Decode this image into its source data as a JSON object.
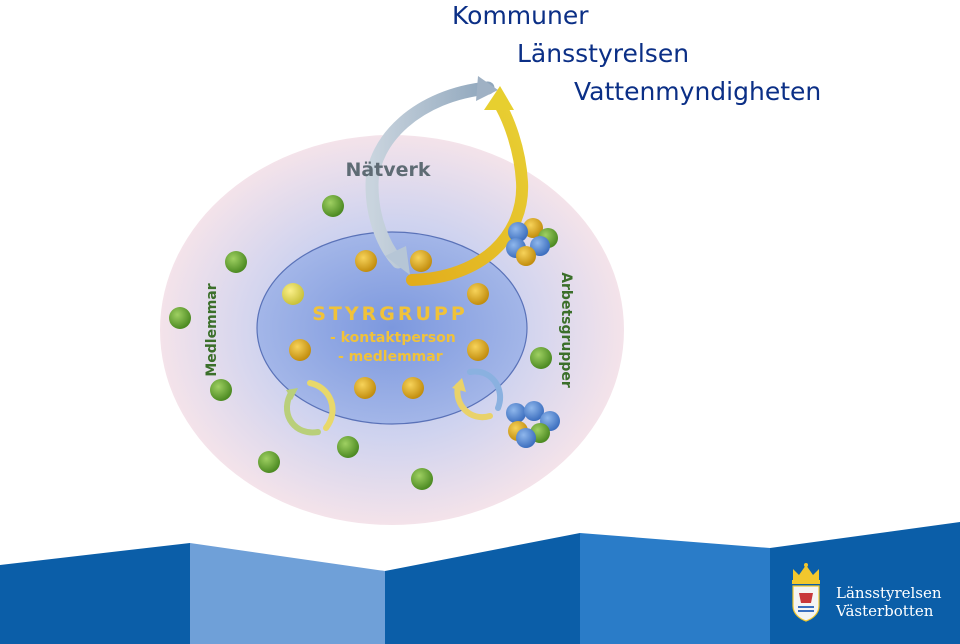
{
  "headings": {
    "level1": "Kommuner",
    "level2": "Länsstyrelsen",
    "level3": "Vattenmyndigheten"
  },
  "diagram": {
    "network_label": "Nätverk",
    "members_label": "Medlemmar",
    "workgroups_label": "Arbetsgrupper",
    "steering_group": {
      "title": "STYRGRUPP",
      "line1": "- kontaktperson",
      "line2": "- medlemmar"
    }
  },
  "logo": {
    "line1": "Länsstyrelsen",
    "line2": "Västerbotten"
  },
  "colors": {
    "heading_text": "#0b2f86",
    "member_dot": "#6aa534",
    "steering_dot": "#e2ad1c",
    "workgroup_dot": "#5b8fd2",
    "label_text": "#3b6f2a",
    "steering_text": "#f0c23a",
    "footer_dark": "#0a5ea8",
    "footer_light": "#6f9fd8"
  },
  "icons": [
    "crown-crest-icon",
    "network-arrow-icon",
    "feedback-arrow-icon",
    "cycle-arrow-icon"
  ]
}
